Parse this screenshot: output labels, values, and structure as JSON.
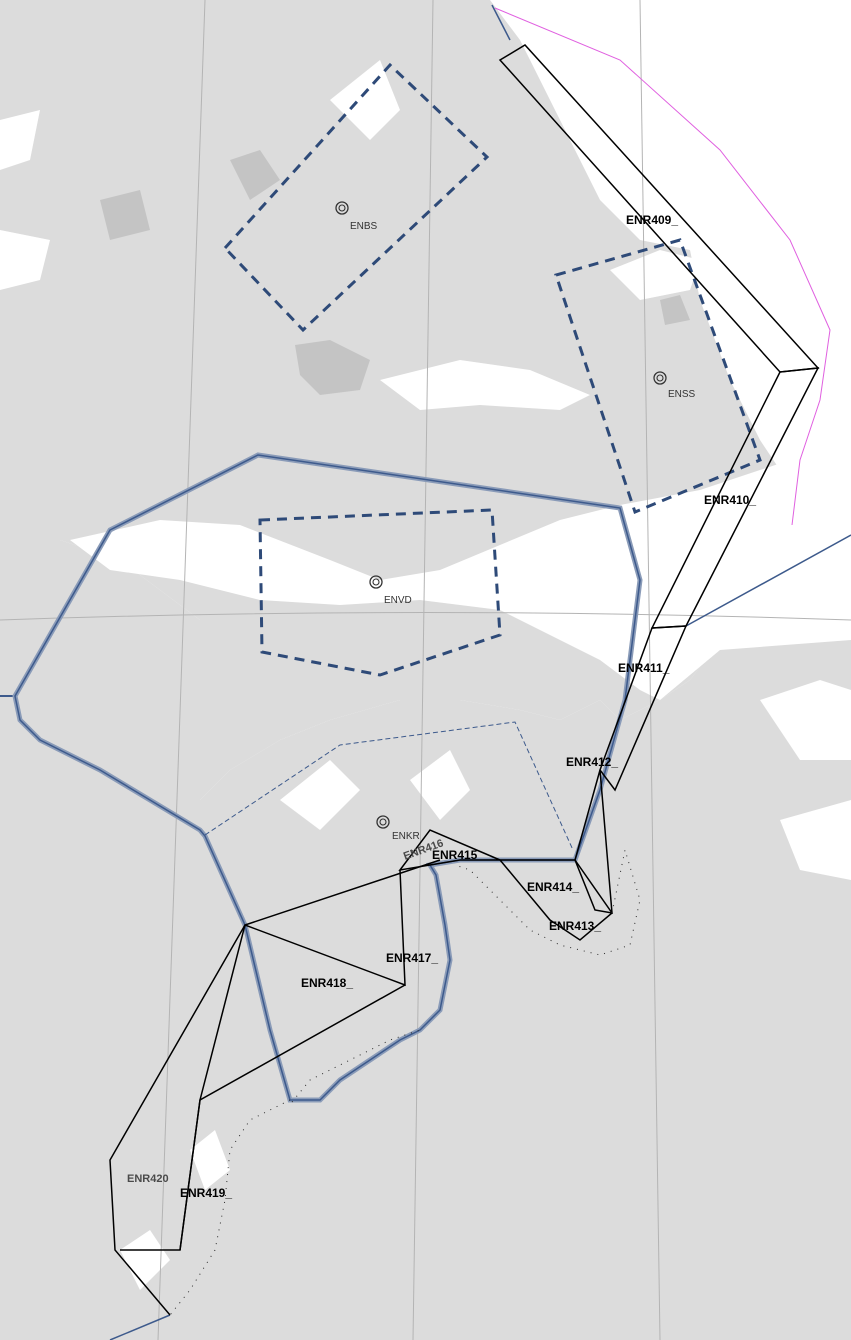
{
  "map": {
    "colors": {
      "land": "#dcdcdc",
      "land_dark": "#c4c4c4",
      "water": "#ffffff",
      "graticule": "#b4b4b4",
      "sector_line": "#000000",
      "ctr_dash": "#2e4a78",
      "tma_border": "#5c7096",
      "fir_line": "#3d5a8c",
      "magenta": "#e060e0"
    },
    "airports": [
      {
        "code": "ENBS",
        "icon": "aerodrome-icon"
      },
      {
        "code": "ENSS",
        "icon": "aerodrome-icon"
      },
      {
        "code": "ENVD",
        "icon": "aerodrome-icon"
      },
      {
        "code": "ENKR",
        "icon": "aerodrome-icon"
      }
    ],
    "areas": [
      {
        "id": "409",
        "label": "ENR409_"
      },
      {
        "id": "410",
        "label": "ENR410_"
      },
      {
        "id": "411",
        "label": "ENR411_"
      },
      {
        "id": "412",
        "label": "ENR412_"
      },
      {
        "id": "413",
        "label": "ENR413_"
      },
      {
        "id": "414",
        "label": "ENR414_"
      },
      {
        "id": "415",
        "label": "ENR415_"
      },
      {
        "id": "416",
        "label": "ENR416"
      },
      {
        "id": "417",
        "label": "ENR417_"
      },
      {
        "id": "418",
        "label": "ENR418_"
      },
      {
        "id": "419",
        "label": "ENR419_"
      },
      {
        "id": "420",
        "label": "ENR420"
      }
    ]
  }
}
